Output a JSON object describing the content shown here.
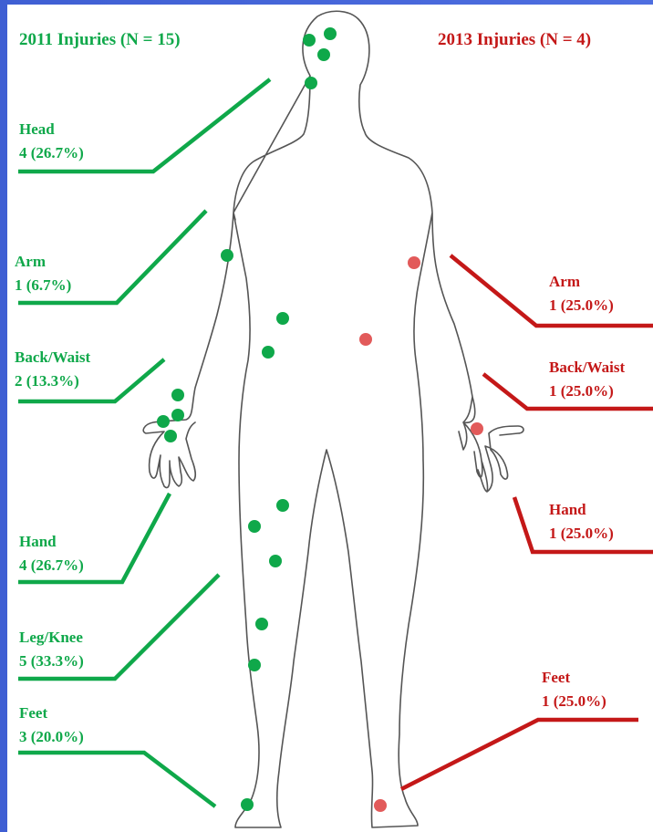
{
  "colors": {
    "green": "#0fa84a",
    "red": "#c41818",
    "red_dot": "#e25a5a",
    "outline": "#555555",
    "frame": "#4666da"
  },
  "headers": {
    "left": "2011 Injuries (N = 15)",
    "right": "2013 Injuries (N = 4)"
  },
  "labels_2011": [
    {
      "name": "Head",
      "value": "4 (26.7%)"
    },
    {
      "name": "Arm",
      "value": "1 (6.7%)"
    },
    {
      "name": "Back/Waist",
      "value": "2 (13.3%)"
    },
    {
      "name": "Hand",
      "value": "4 (26.7%)"
    },
    {
      "name": "Leg/Knee",
      "value": "5 (33.3%)"
    },
    {
      "name": "Feet",
      "value": "3 (20.0%)"
    }
  ],
  "labels_2013": [
    {
      "name": "Arm",
      "value": "1 (25.0%)"
    },
    {
      "name": "Back/Waist",
      "value": "1 (25.0%)"
    },
    {
      "name": "Hand",
      "value": "1 (25.0%)"
    },
    {
      "name": "Feet",
      "value": "1 (25.0%)"
    }
  ]
}
